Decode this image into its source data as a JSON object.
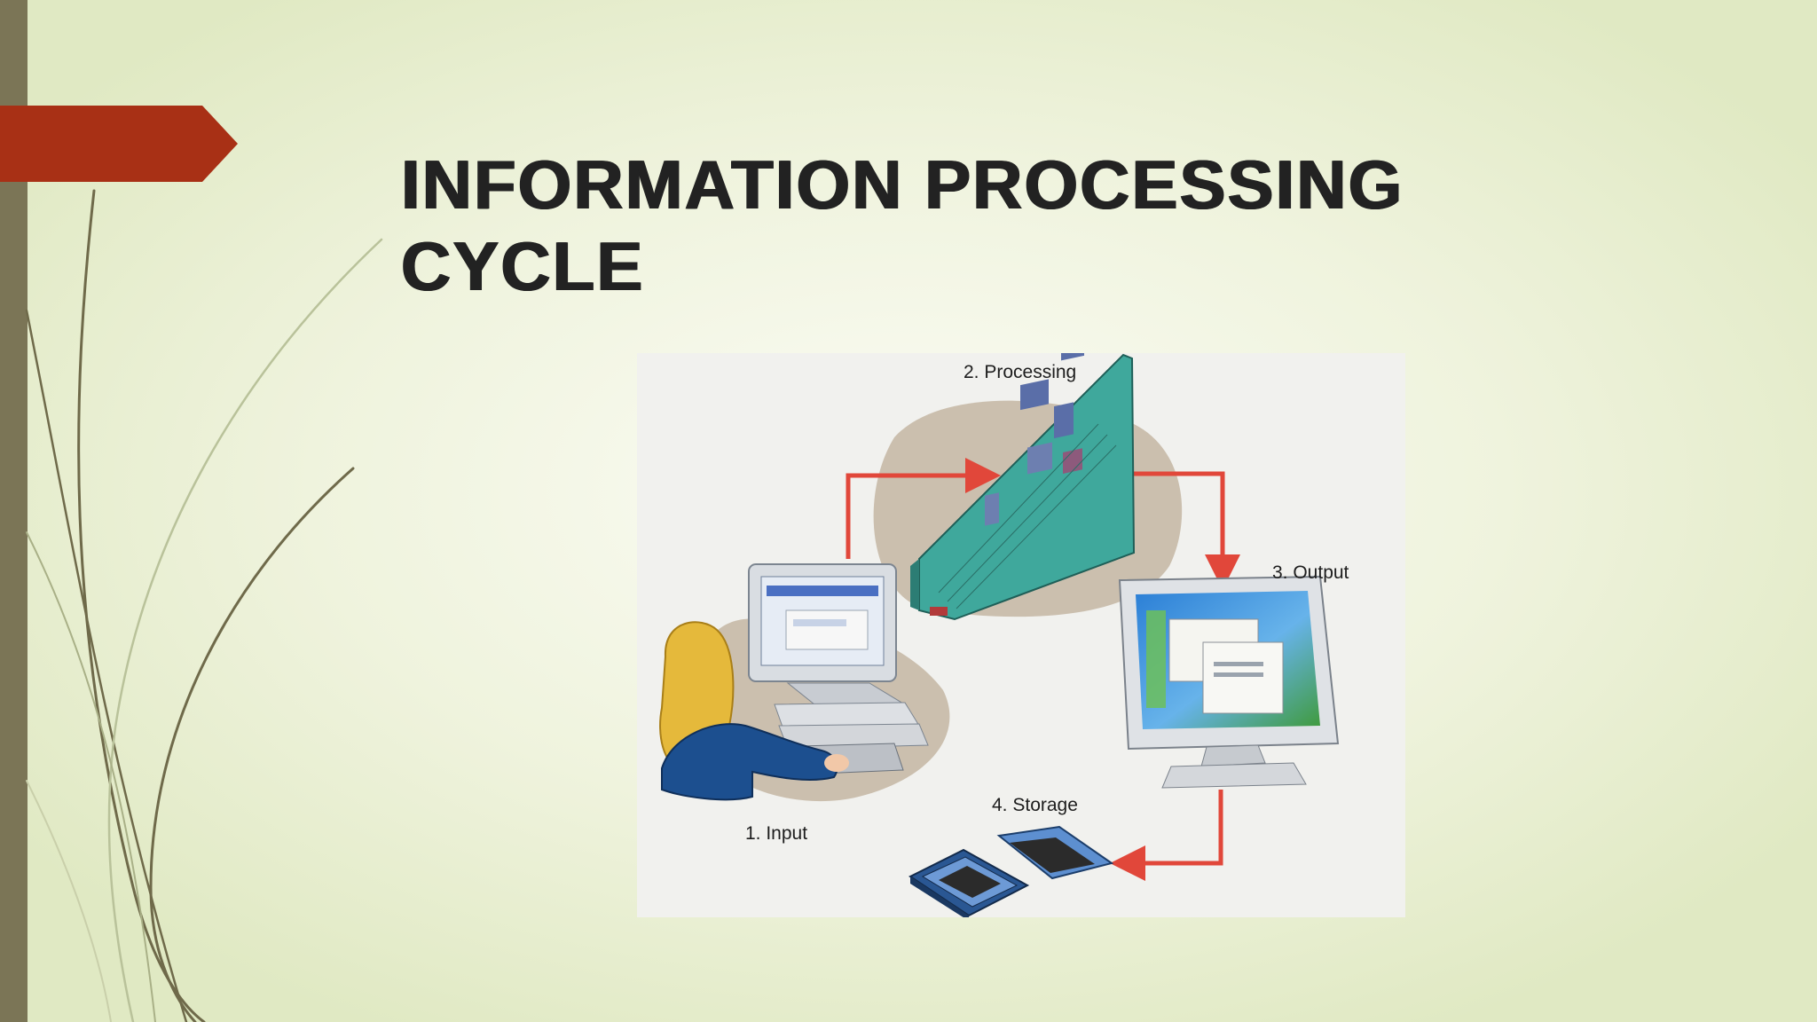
{
  "slide": {
    "title_line1": "INFORMATION PROCESSING",
    "title_line2": "CYCLE",
    "accent_color": "#a83015",
    "bar_color": "#7b7556"
  },
  "diagram": {
    "steps": [
      {
        "label": "1. Input",
        "icon": "user-computer-icon"
      },
      {
        "label": "2. Processing",
        "icon": "circuit-board-icon"
      },
      {
        "label": "3. Output",
        "icon": "monitor-icon"
      },
      {
        "label": "4. Storage",
        "icon": "disk-drive-icon"
      }
    ],
    "arrow_color": "#e1473a"
  }
}
